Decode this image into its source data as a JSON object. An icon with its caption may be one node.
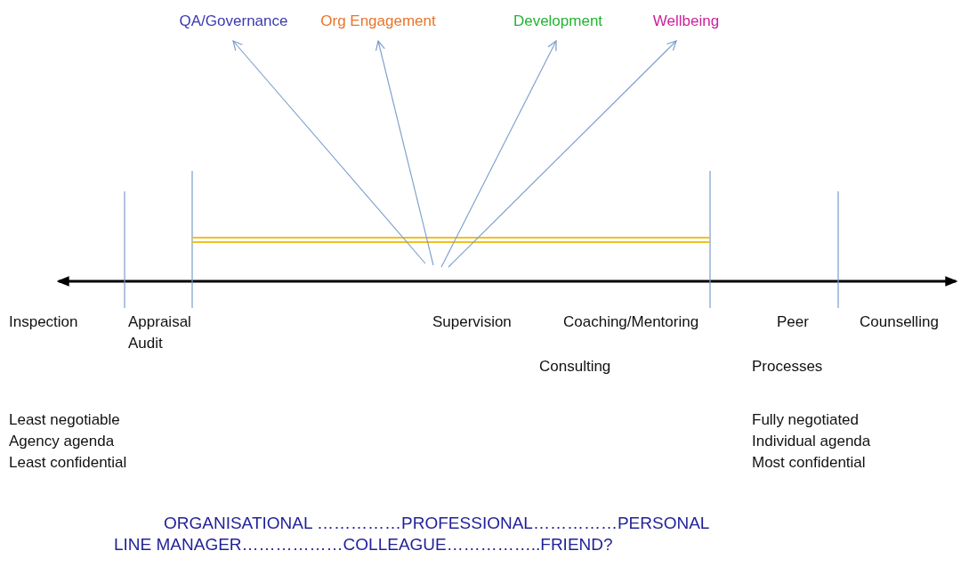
{
  "diagram": {
    "nodes": [
      {
        "text": [
          "QA/Governance"
        ]
      },
      {
        "text": [
          "Org Engagement"
        ]
      },
      {
        "text": [
          "Development"
        ]
      },
      {
        "text": [
          "Wellbeing"
        ]
      }
    ],
    "edges": [
      {
        "from": null,
        "to": 0,
        "arrow": "to"
      },
      {
        "from": null,
        "to": 1,
        "arrow": "to"
      },
      {
        "from": null,
        "to": 2,
        "arrow": "to"
      },
      {
        "from": null,
        "to": 3,
        "arrow": "to"
      }
    ],
    "labels": [
      "Inspection",
      "Appraisal",
      "Audit",
      "Supervision",
      "Coaching/Mentoring",
      "Peer",
      "Counselling",
      "Consulting",
      "Processes",
      "Least negotiable",
      "Agency agenda",
      "Least confidential",
      "Fully negotiated",
      "Individual agenda",
      "Most confidential",
      "ORGANISATIONAL ……………PROFESSIONAL……………PERSONAL",
      "LINE MANAGER………………COLLEAGUE……………..FRIEND?"
    ]
  }
}
